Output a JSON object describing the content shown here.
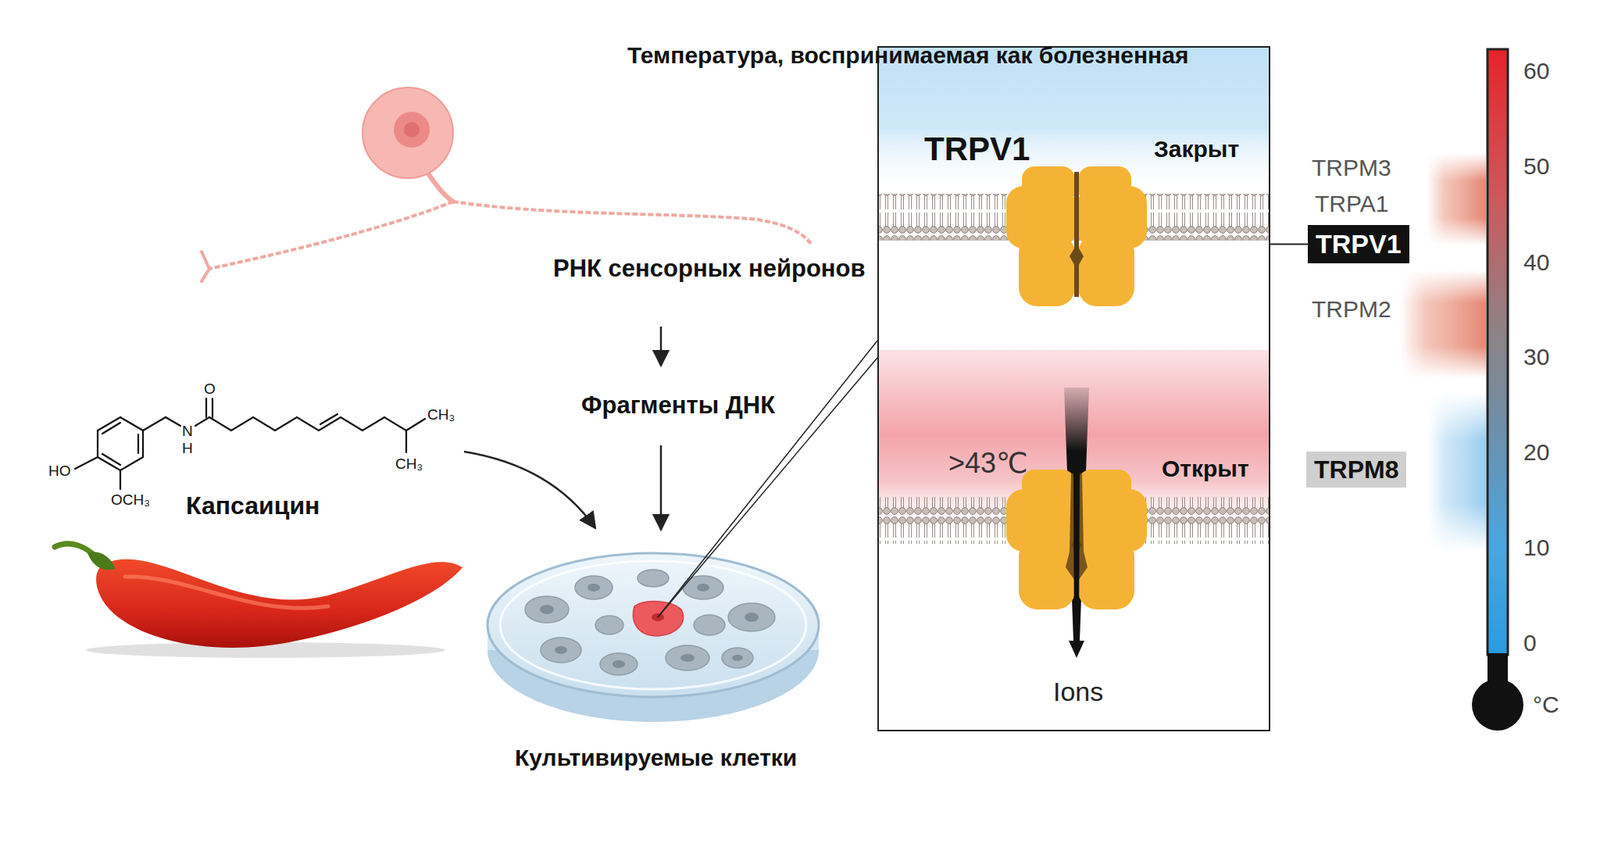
{
  "diagram": {
    "nodes": [
      {
        "text": [
          "TRPV1",
          "Закрыт"
        ]
      },
      {
        "text": [
          ">43℃",
          "Открыт",
          "Ions"
        ]
      },
      {
        "text": [
          "TRPV1"
        ]
      },
      {
        "text": [
          "TRPM8"
        ]
      },
      {
        "text": [
          "Культивируемые клетки"
        ]
      }
    ],
    "edges": [
      {
        "from": 0,
        "to": 2,
        "arrow": "none"
      }
    ],
    "labels": [
      "Температура, воспринимаемая как болезненная",
      "РНК сенсорных нейронов",
      "Фрагменты ДНК",
      "Капсаицин",
      "HO",
      "OCH₃",
      "N",
      "H",
      "O",
      "CH₃",
      "CH₃",
      "TRPM3",
      "TRPA1",
      "TRPM2",
      "60",
      "50",
      "40",
      "30",
      "20",
      "10",
      "0",
      "°C"
    ]
  }
}
